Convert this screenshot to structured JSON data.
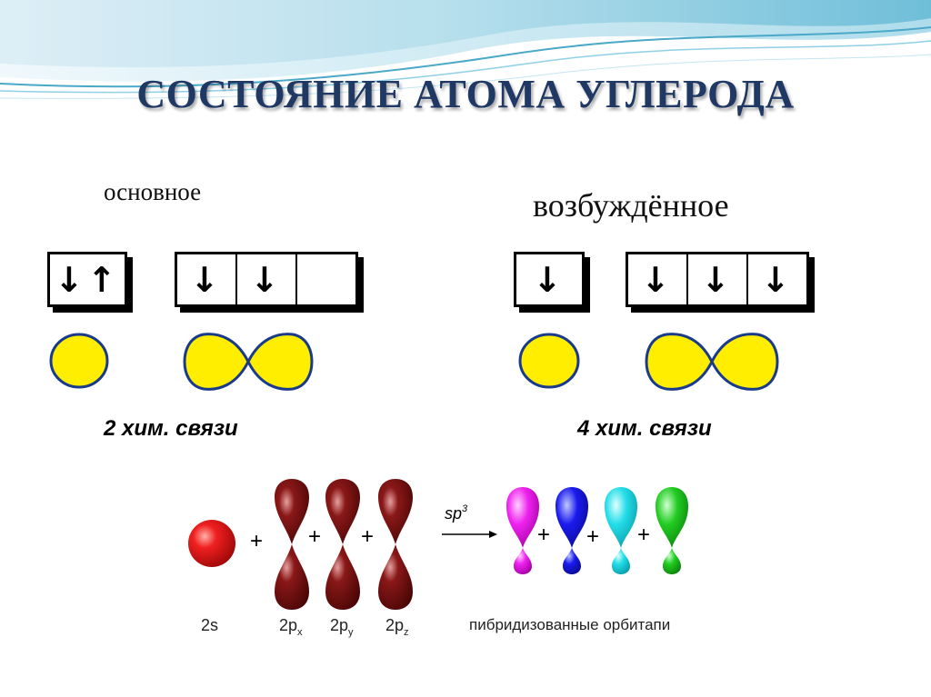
{
  "title": "СОСТОЯНИЕ АТОМА УГЛЕРОДА",
  "ground": {
    "label": "основное",
    "s_cell": "↓↑",
    "p_cells": [
      "↓",
      "↓",
      ""
    ],
    "bonds": "2 хим. связи"
  },
  "excited": {
    "label": "возбуждённое",
    "s_cell": "↓",
    "p_cells": [
      "↓",
      "↓",
      "↓"
    ],
    "bonds": "4 хим. связи"
  },
  "hybridization": {
    "labels": {
      "s": "2s",
      "px_base": "2p",
      "px_sub": "x",
      "py_base": "2p",
      "py_sub": "y",
      "pz_base": "2p",
      "pz_sub": "z",
      "hybrid": "пибридизованные орбитапи"
    },
    "arrow_base": "sp",
    "arrow_sup": "3",
    "plus": "+"
  },
  "colors": {
    "title": "#1f3864",
    "orbital_fill": "#ffee00",
    "orbital_stroke": "#1a3a8a",
    "s_orbital": "#e01818",
    "p_orbital": "#7a1010",
    "hybrid": [
      "#ee22ee",
      "#1a1aee",
      "#22dde8",
      "#22cc22"
    ]
  }
}
